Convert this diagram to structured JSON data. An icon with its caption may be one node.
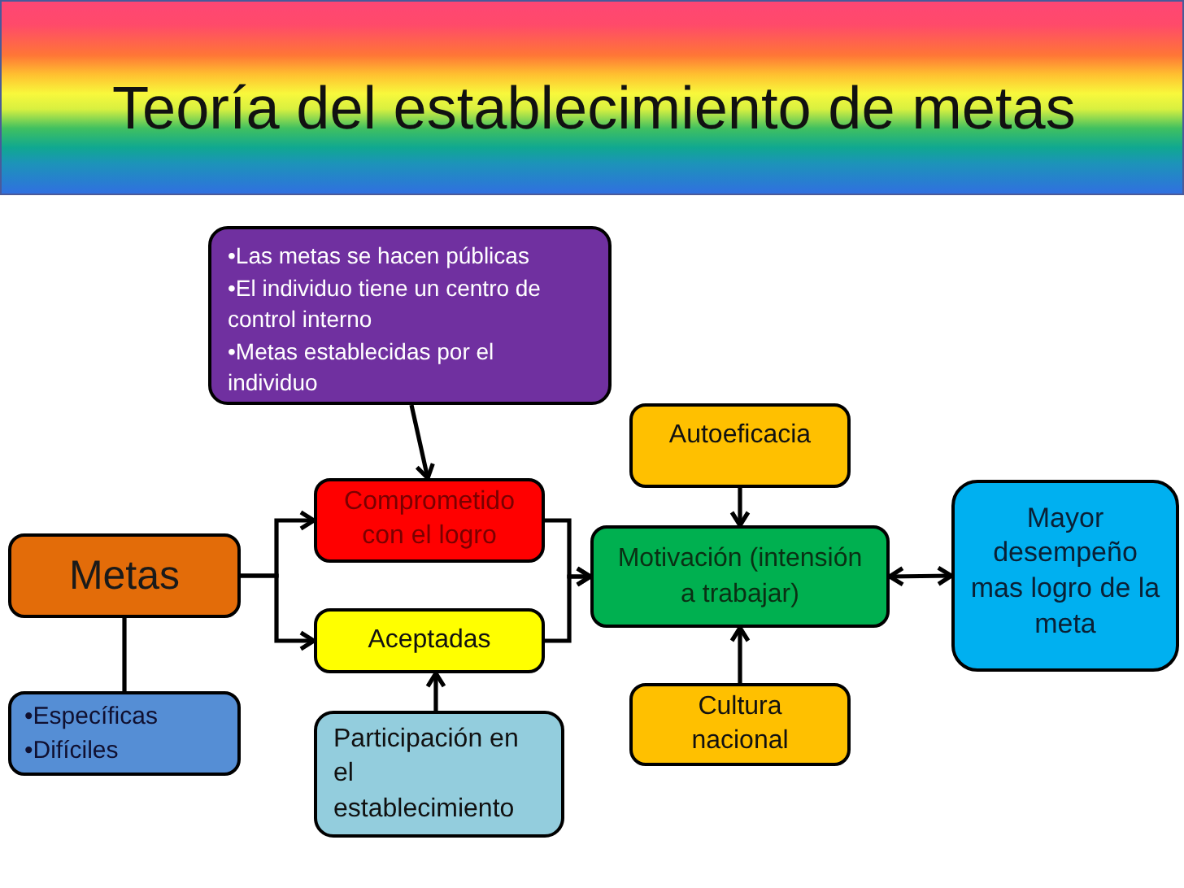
{
  "diagram": {
    "title": "Teoría del establecimiento de metas",
    "nodes": [
      {
        "text": [
          "•Las metas se hacen públicas",
          "•El individuo tiene un centro de control interno",
          "•Metas establecidas por el individuo"
        ]
      },
      {
        "text": [
          "Metas"
        ]
      },
      {
        "text": [
          "•Específicas",
          "•Difíciles"
        ]
      },
      {
        "text": [
          "Comprometido con el logro"
        ]
      },
      {
        "text": [
          "Aceptadas"
        ]
      },
      {
        "text": [
          "Participación en el establecimiento"
        ]
      },
      {
        "text": [
          "Autoeficacia"
        ]
      },
      {
        "text": [
          "Motivación (intensión a trabajar)"
        ]
      },
      {
        "text": [
          "Cultura nacional"
        ]
      },
      {
        "text": [
          "Mayor desempeño mas logro de la meta"
        ]
      }
    ],
    "edges": [
      {
        "from": 0,
        "to": 3,
        "arrow": "to"
      },
      {
        "from": 1,
        "to": 3,
        "arrow": "to"
      },
      {
        "from": 1,
        "to": 4,
        "arrow": "to"
      },
      {
        "from": 3,
        "to": 7,
        "arrow": "to"
      },
      {
        "from": 4,
        "to": 7,
        "arrow": "to"
      },
      {
        "from": 1,
        "to": 2,
        "arrow": "none"
      },
      {
        "from": 5,
        "to": 4,
        "arrow": "to"
      },
      {
        "from": 6,
        "to": 7,
        "arrow": "to"
      },
      {
        "from": 8,
        "to": 7,
        "arrow": "to"
      },
      {
        "from": 7,
        "to": 9,
        "arrow": "both"
      }
    ]
  }
}
